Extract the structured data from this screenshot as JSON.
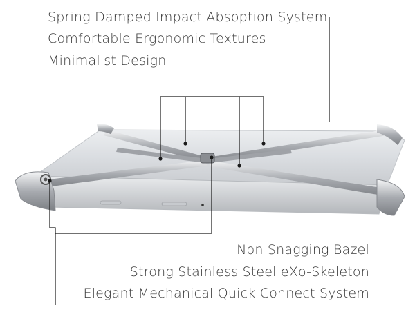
{
  "features_top": [
    "Spring Damped Impact Absoption System",
    "Comfortable Ergonomic Textures",
    "Minimalist Design"
  ],
  "features_bottom": [
    "Non Snagging Bazel",
    "Strong Stainless Steel eXo-Skeleton",
    "Elegant Mechanical Quick Connect System"
  ],
  "colors": {
    "background": "#ffffff",
    "text": "#3a3a3a",
    "callout_line": "#1a1a1a",
    "phone_body": "#d9dce0",
    "steel": "#b9bcc0"
  }
}
